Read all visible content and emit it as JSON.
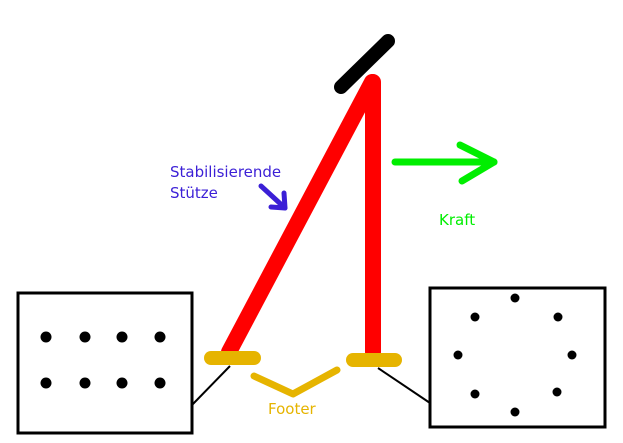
{
  "labels": {
    "support_line1": "Stabilisierende",
    "support_line2": "Stütze",
    "force": "Kraft",
    "footer": "Footer"
  },
  "colors": {
    "pole": "#ff0000",
    "top_bar": "#000000",
    "force_arrow": "#00ee00",
    "force_label": "#00ee00",
    "support_label": "#3b1fd6",
    "support_arrow": "#3b1fd6",
    "foot": "#e6b400",
    "footer_label": "#e6b400",
    "box_stroke": "#000000",
    "dot": "#000000"
  },
  "icons": {
    "force_arrow": "right-arrow-icon",
    "support_arrow": "down-right-arrow-icon"
  }
}
